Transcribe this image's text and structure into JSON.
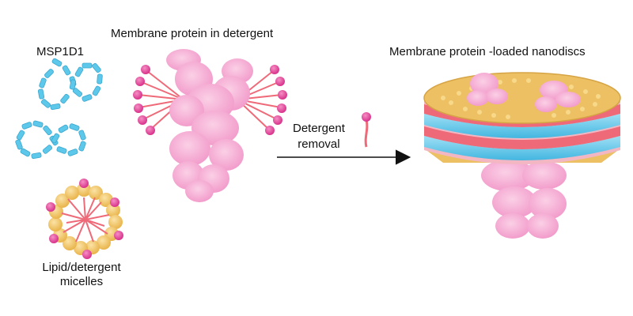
{
  "labels": {
    "msp": "MSP1D1",
    "membrane_protein": "Membrane protein in detergent",
    "nanodiscs": "Membrane protein -loaded nanodiscs",
    "detergent_line1": "Detergent",
    "detergent_line2": "removal",
    "micelles_line1": "Lipid/detergent",
    "micelles_line2": "micelles"
  },
  "colors": {
    "msp_blue": "#5ec8ea",
    "protein_pink": "#f4a9d2",
    "lipid_head": "#f0c25c",
    "detergent_head": "#e6409a",
    "band_red": "#ef6a78",
    "band_blue": "#5ec8ea",
    "arrow": "#111111"
  }
}
